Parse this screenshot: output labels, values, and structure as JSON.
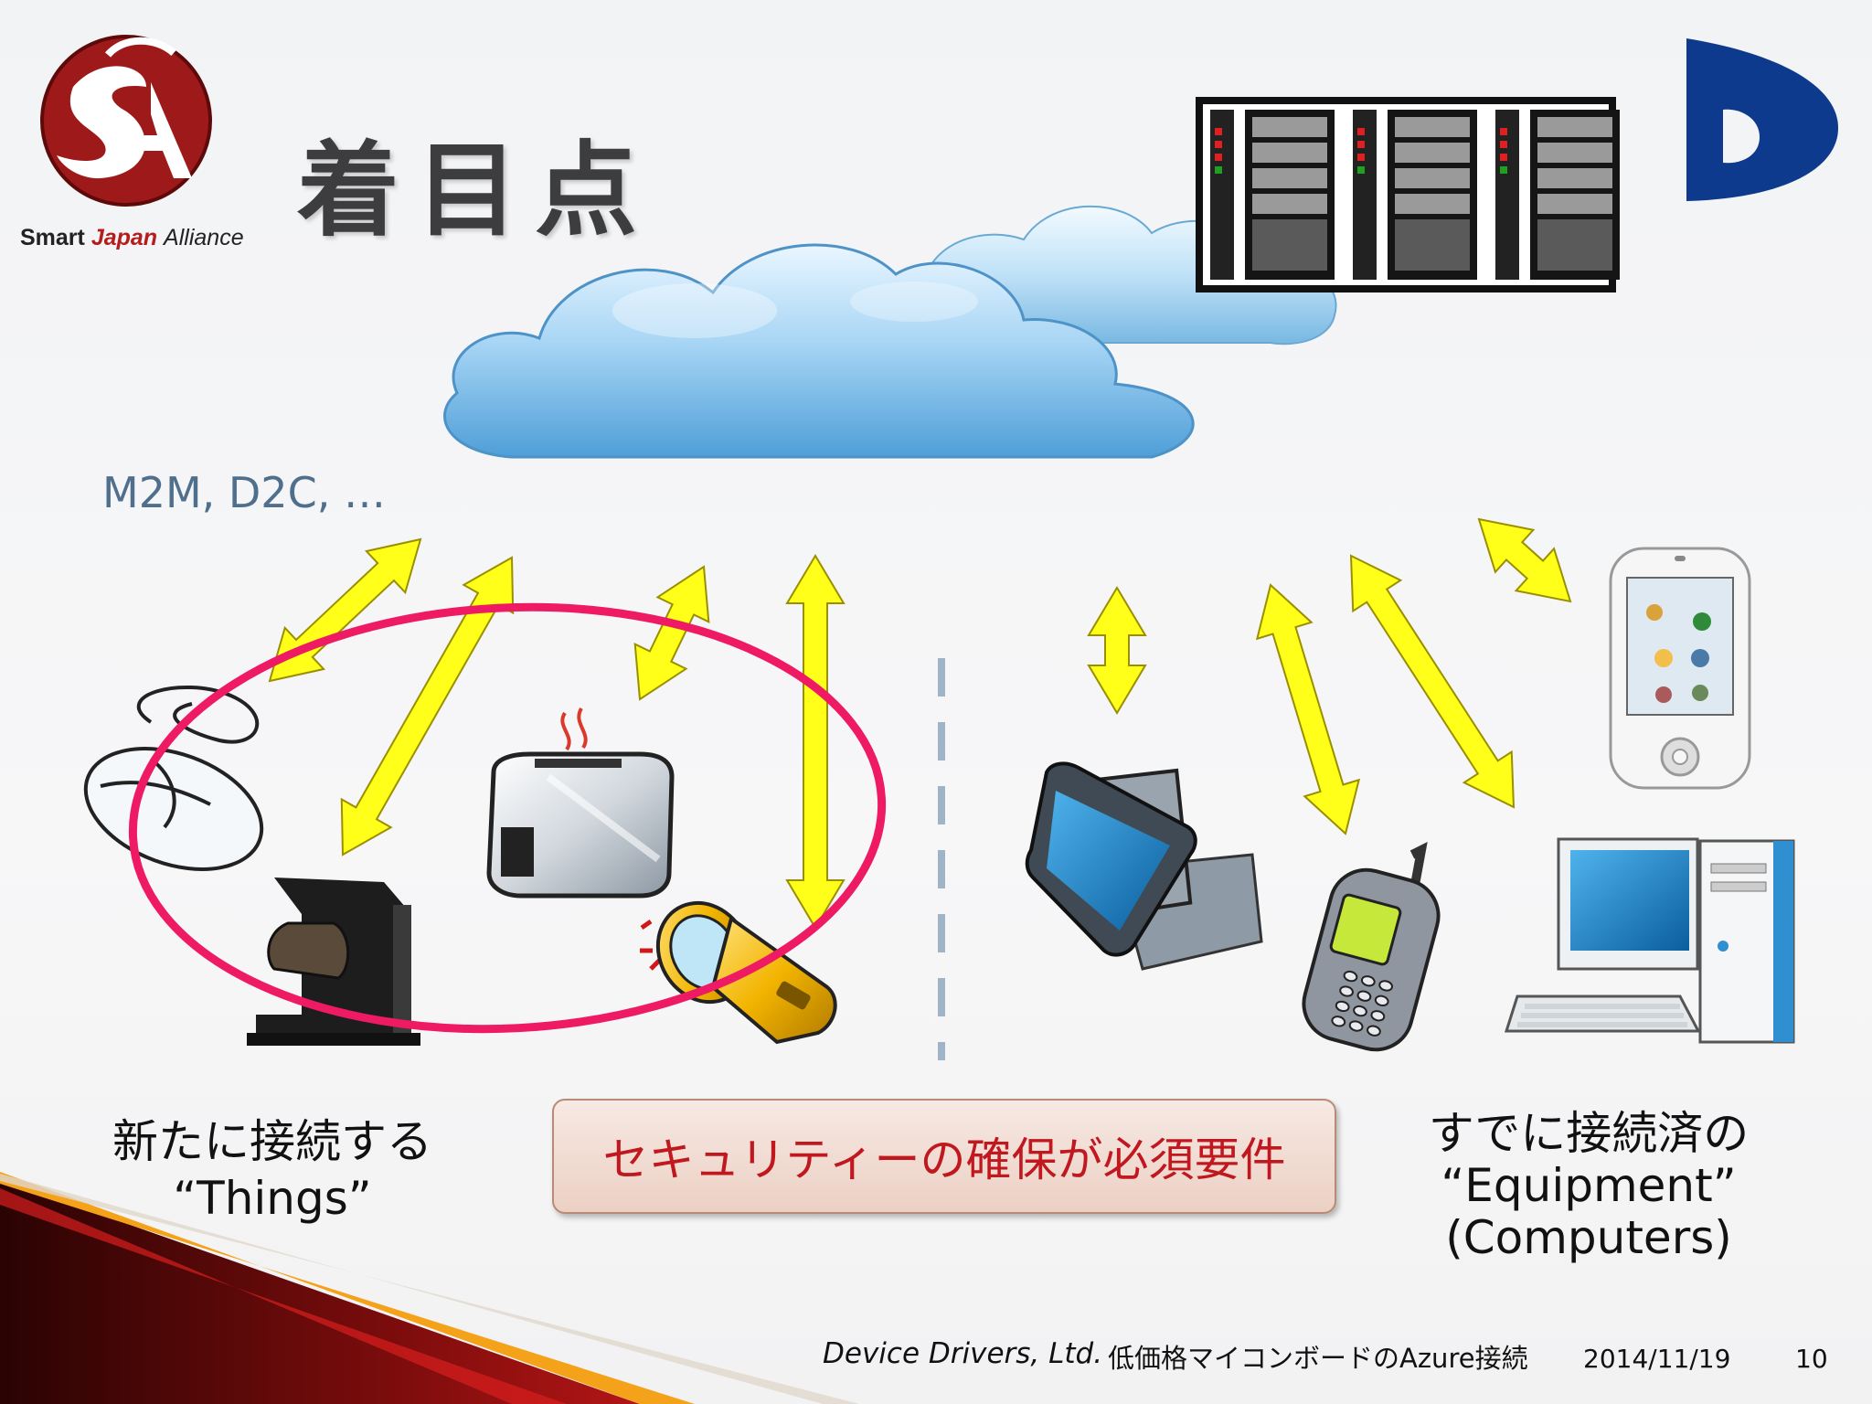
{
  "slide": {
    "title": "着目点",
    "logo": {
      "caption_smart": "Smart",
      "caption_japan": "Japan",
      "caption_alliance": "Alliance",
      "emblem_text": "SJA"
    },
    "protocols_label": "M2M, D2C, …",
    "left_caption": {
      "line1": "新たに接続する",
      "line2": "“Things”"
    },
    "right_caption": {
      "line1": "すでに接続済の",
      "line2": "“Equipment”",
      "line3": "(Computers)"
    },
    "security_box_text": "セキュリティーの確保が必須要件",
    "footer": {
      "company": "Device Drivers, Ltd.",
      "subject": "低価格マイコンボードのAzure接続",
      "date": "2014/11/19",
      "page_number": "10"
    }
  },
  "icons": [
    "sja-logo-icon",
    "device-drivers-logo-icon",
    "cloud-icon",
    "server-rack-icon",
    "mouse-icon",
    "coffee-maker-icon",
    "toaster-icon",
    "flashlight-icon",
    "tablet-icon",
    "mobile-phone-icon",
    "pda-icon",
    "desktop-computer-icon",
    "double-arrow-icon"
  ],
  "colors": {
    "arrow_fill": "#ffff1a",
    "highlight_ellipse": "#ee1a64",
    "security_text": "#c0181e",
    "protocol_label": "#4f6f8c",
    "divider": "#9fb4c6",
    "brand_red": "#9e1a1a",
    "brand_blue": "#0d3a8c"
  }
}
